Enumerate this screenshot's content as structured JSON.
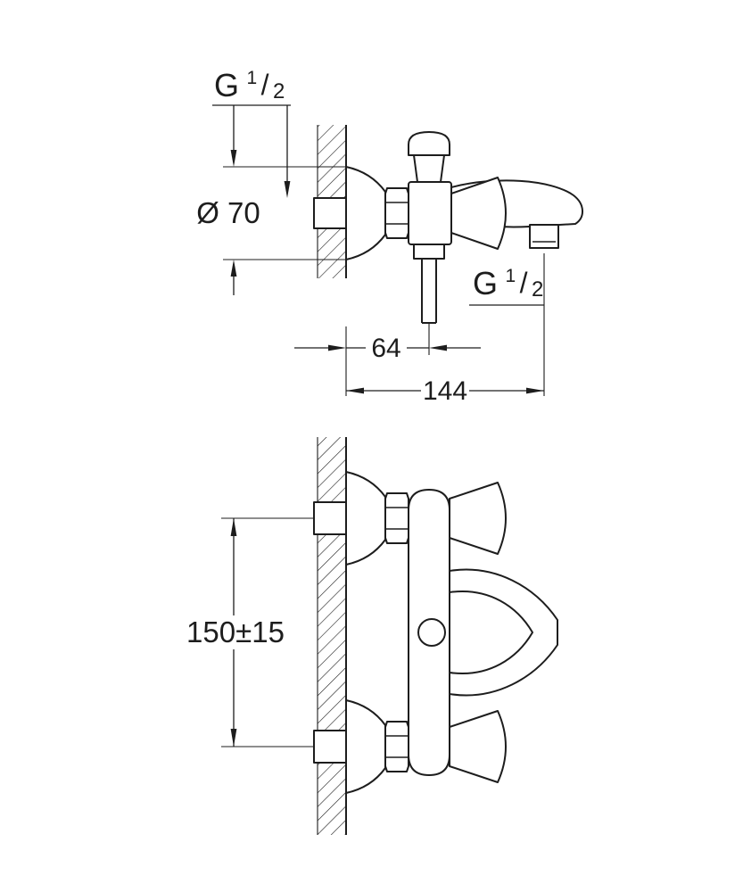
{
  "colors": {
    "line": "#1d1d1d",
    "background": "#ffffff"
  },
  "top_view": {
    "labels": {
      "thread_top": {
        "base": "G",
        "sup": "1",
        "slash": "/",
        "sub": "2"
      },
      "diameter": "Ø 70",
      "thread_bottom": {
        "base": "G",
        "sup": "1",
        "slash": "/",
        "sub": "2"
      },
      "dim_wall_to_pipe": "64",
      "dim_wall_to_spout": "144"
    }
  },
  "front_view": {
    "labels": {
      "dim_connection_spacing": "150±15"
    }
  }
}
